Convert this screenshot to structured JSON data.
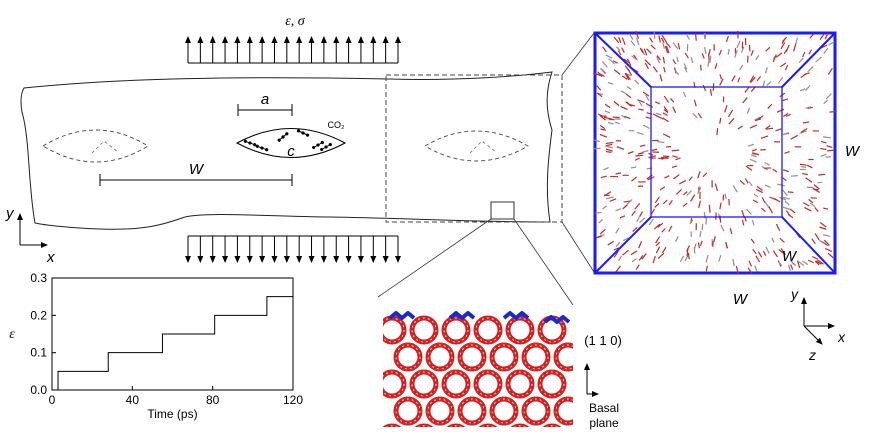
{
  "labels": {
    "load": "ε, σ",
    "crack_length": "a",
    "crack_opening": "c",
    "co2": "CO₂",
    "spacing": "W",
    "axis_y_main": "y",
    "axis_x_main": "x",
    "box_side": "W",
    "box_depth": "W",
    "box_bottom": "W",
    "axis_y_box": "y",
    "axis_x_box": "x",
    "axis_z_box": "z",
    "plane": "(1 1 0)",
    "basal_1": "Basal",
    "basal_2": "plane"
  },
  "colors": {
    "box_blue": "#1a1aff",
    "oxygen_red": "#d42020",
    "hydrogen_grey": "#c8c8c8",
    "co2_blue": "#1a28d0"
  },
  "chart_data": {
    "type": "line",
    "xlabel": "Time (ps)",
    "ylabel": "ε",
    "xlim": [
      0,
      120
    ],
    "ylim": [
      0,
      0.3
    ],
    "xticks": [
      0,
      40,
      80,
      120
    ],
    "yticks": [
      0.0,
      0.1,
      0.2,
      0.3
    ],
    "ytick_labels": [
      "0.0",
      "0.1",
      "0.2",
      "0.3"
    ],
    "series": [
      {
        "x": [
          0,
          3,
          3,
          28,
          28,
          55,
          55,
          81,
          81,
          107,
          107,
          120
        ],
        "y": [
          0,
          0,
          0.05,
          0.05,
          0.1,
          0.1,
          0.15,
          0.15,
          0.2,
          0.2,
          0.25,
          0.25
        ]
      }
    ]
  }
}
